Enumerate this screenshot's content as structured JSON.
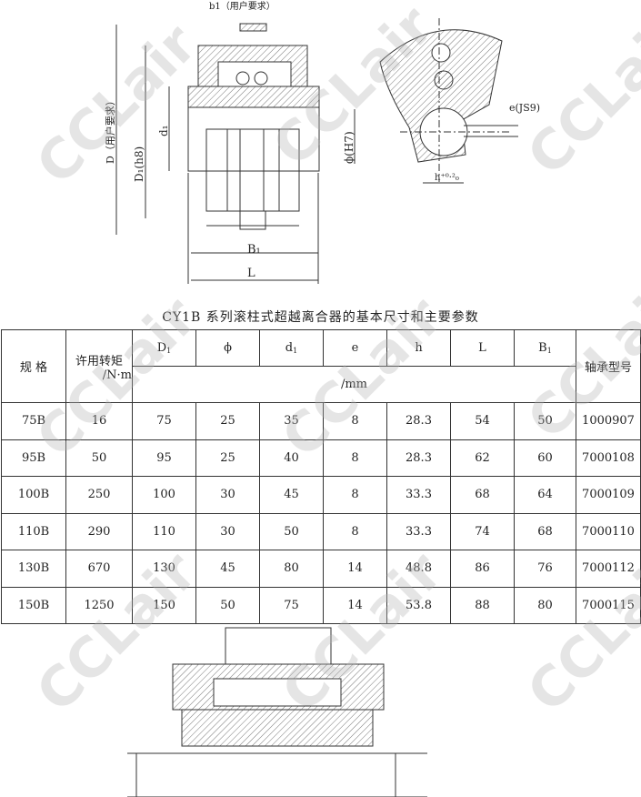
{
  "drawing": {
    "labels": {
      "b1": "b1（用户要求）",
      "D": "D（用户要求）",
      "D1": "D₁(h8)",
      "d1": "d₁",
      "phi": "ϕ(H7)",
      "B1": "B₁",
      "L": "L",
      "e": "e(JS9)",
      "h": "h⁺⁰·²₀"
    }
  },
  "watermark": "CCLair",
  "table": {
    "title": "CY1B 系列滚柱式超越离合器的基本尺寸和主要参数",
    "headers": {
      "spec": "规 格",
      "torque": "许用转矩",
      "torque_unit": "/N·m",
      "D1": "D",
      "D1_sub": "1",
      "phi": "ϕ",
      "d1": "d",
      "d1_sub": "1",
      "e": "e",
      "h": "h",
      "L": "L",
      "B1": "B",
      "B1_sub": "1",
      "mm_unit": "/mm",
      "bearing": "轴承型号"
    },
    "rows": [
      [
        "75B",
        "16",
        "75",
        "25",
        "35",
        "8",
        "28.3",
        "54",
        "50",
        "1000907"
      ],
      [
        "95B",
        "50",
        "95",
        "25",
        "40",
        "8",
        "28.3",
        "62",
        "60",
        "7000108"
      ],
      [
        "100B",
        "250",
        "100",
        "30",
        "45",
        "8",
        "33.3",
        "68",
        "64",
        "7000109"
      ],
      [
        "110B",
        "290",
        "110",
        "30",
        "50",
        "8",
        "33.3",
        "74",
        "68",
        "7000110"
      ],
      [
        "130B",
        "670",
        "130",
        "45",
        "80",
        "14",
        "48.8",
        "86",
        "76",
        "7000112"
      ],
      [
        "150B",
        "1250",
        "150",
        "50",
        "75",
        "14",
        "53.8",
        "88",
        "80",
        "7000115"
      ]
    ]
  }
}
